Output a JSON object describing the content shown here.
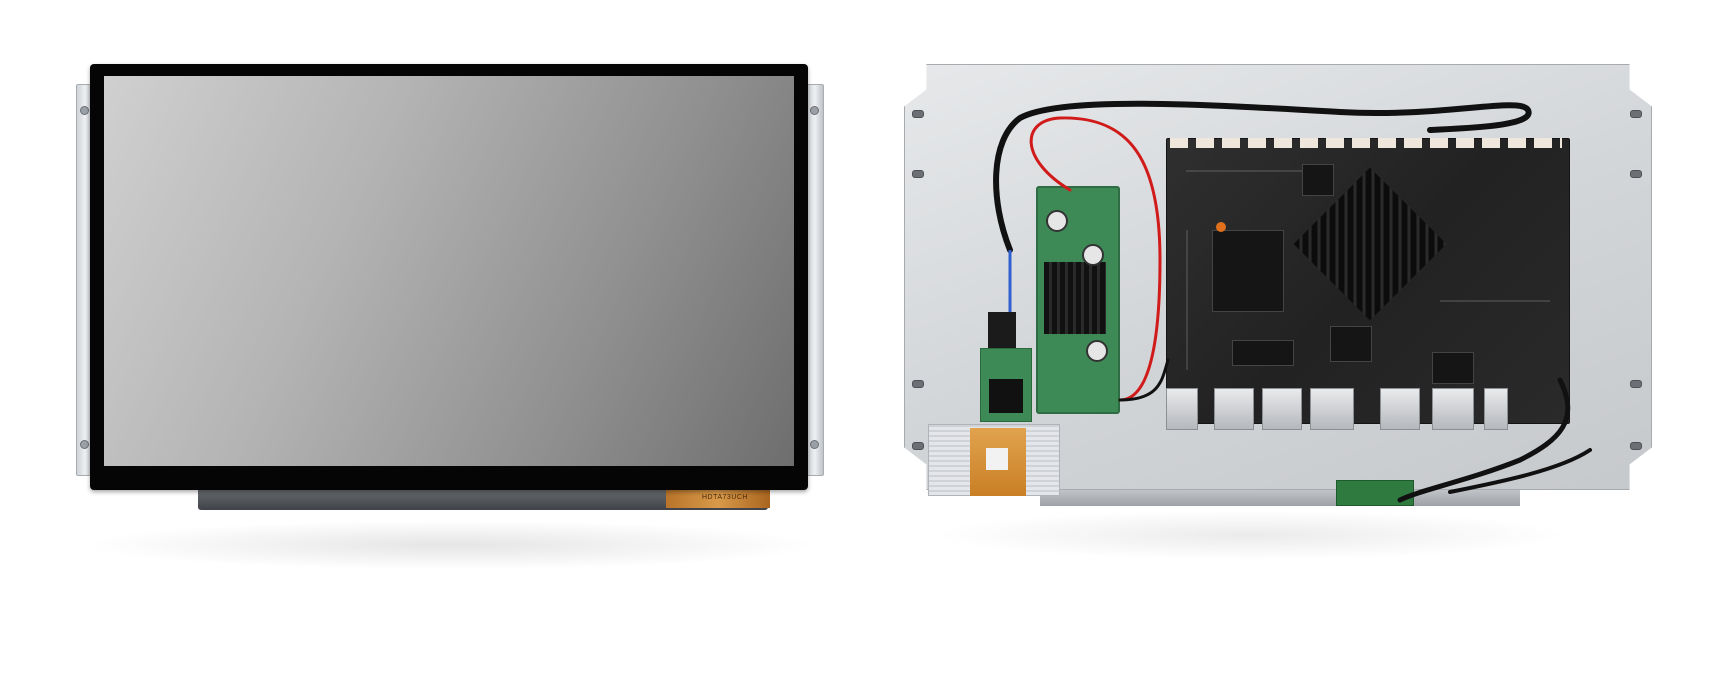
{
  "image": {
    "fpc_label": "HDTA73UCH"
  },
  "palette": {
    "background": "#ffffff",
    "bezel": "#050505",
    "panel_light": "#d0d0d0",
    "panel_dark": "#6e6e6e",
    "pcb_green": "#3e8a56",
    "mainboard": "#2a2a2a",
    "metal_plate": "#d3d6d9",
    "cable_red": "#d11a1a",
    "cable_black": "#111111"
  },
  "icons": {
    "display_front": "lcd-panel-front",
    "display_back": "embedded-board-rear"
  }
}
